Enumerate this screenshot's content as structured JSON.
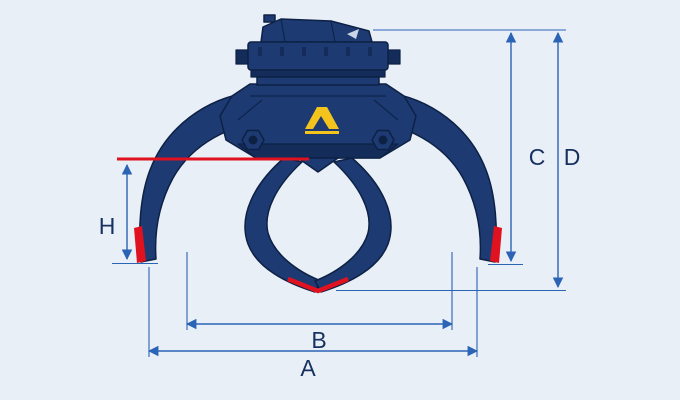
{
  "dimensions": {
    "h": {
      "label": "H"
    },
    "a": {
      "label": "A"
    },
    "b": {
      "label": "B"
    },
    "c": {
      "label": "C"
    },
    "d": {
      "label": "D"
    }
  },
  "colors": {
    "background": "#e9eff7",
    "machine_body": "#1d3a72",
    "machine_shadow": "#142c5a",
    "machine_outline": "#0d2145",
    "red_marker": "#e1121f",
    "dimension_line": "#2b63b5",
    "label_text": "#16315f",
    "logo_yellow": "#f2c41c"
  }
}
